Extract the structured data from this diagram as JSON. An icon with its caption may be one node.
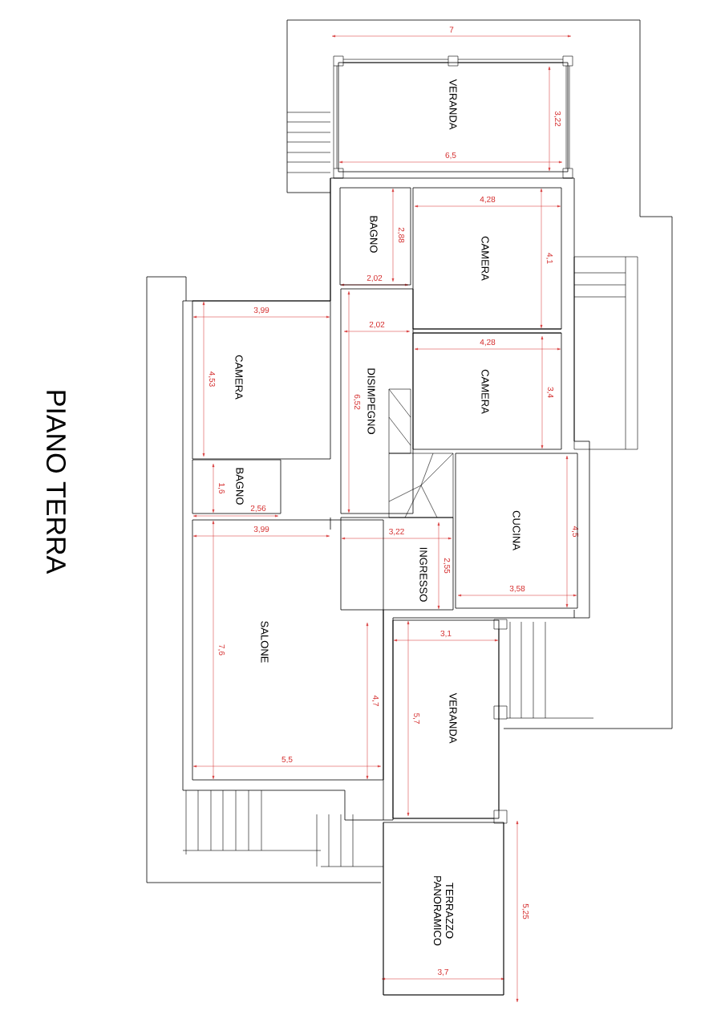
{
  "diagram": {
    "title": "PIANO TERRA",
    "nodes": [
      {
        "text": [
          "VERANDA"
        ]
      },
      {
        "text": [
          "BAGNO"
        ]
      },
      {
        "text": [
          "CAMERA"
        ]
      },
      {
        "text": [
          "CAMERA"
        ]
      },
      {
        "text": [
          "DISIMPEGNO"
        ]
      },
      {
        "text": [
          "CAMERA"
        ]
      },
      {
        "text": [
          "BAGNO"
        ]
      },
      {
        "text": [
          "CUCINA"
        ]
      },
      {
        "text": [
          "INGRESSO"
        ]
      },
      {
        "text": [
          "SALONE"
        ]
      },
      {
        "text": [
          "VERANDA"
        ]
      },
      {
        "text": [
          "TERRAZZO PANORAMICO"
        ]
      }
    ],
    "labels": [
      "7",
      "3,22",
      "6,5",
      "4,28",
      "2,88",
      "4,1",
      "2,02",
      "3,99",
      "2,02",
      "4,28",
      "4,53",
      "6,52",
      "3,4",
      "4,5",
      "1,6",
      "2,56",
      "3,99",
      "3,22",
      "7,6",
      "2,55",
      "3,58",
      "3,1",
      "4,7",
      "5,7",
      "5,5",
      "3,7",
      "5,25"
    ]
  }
}
